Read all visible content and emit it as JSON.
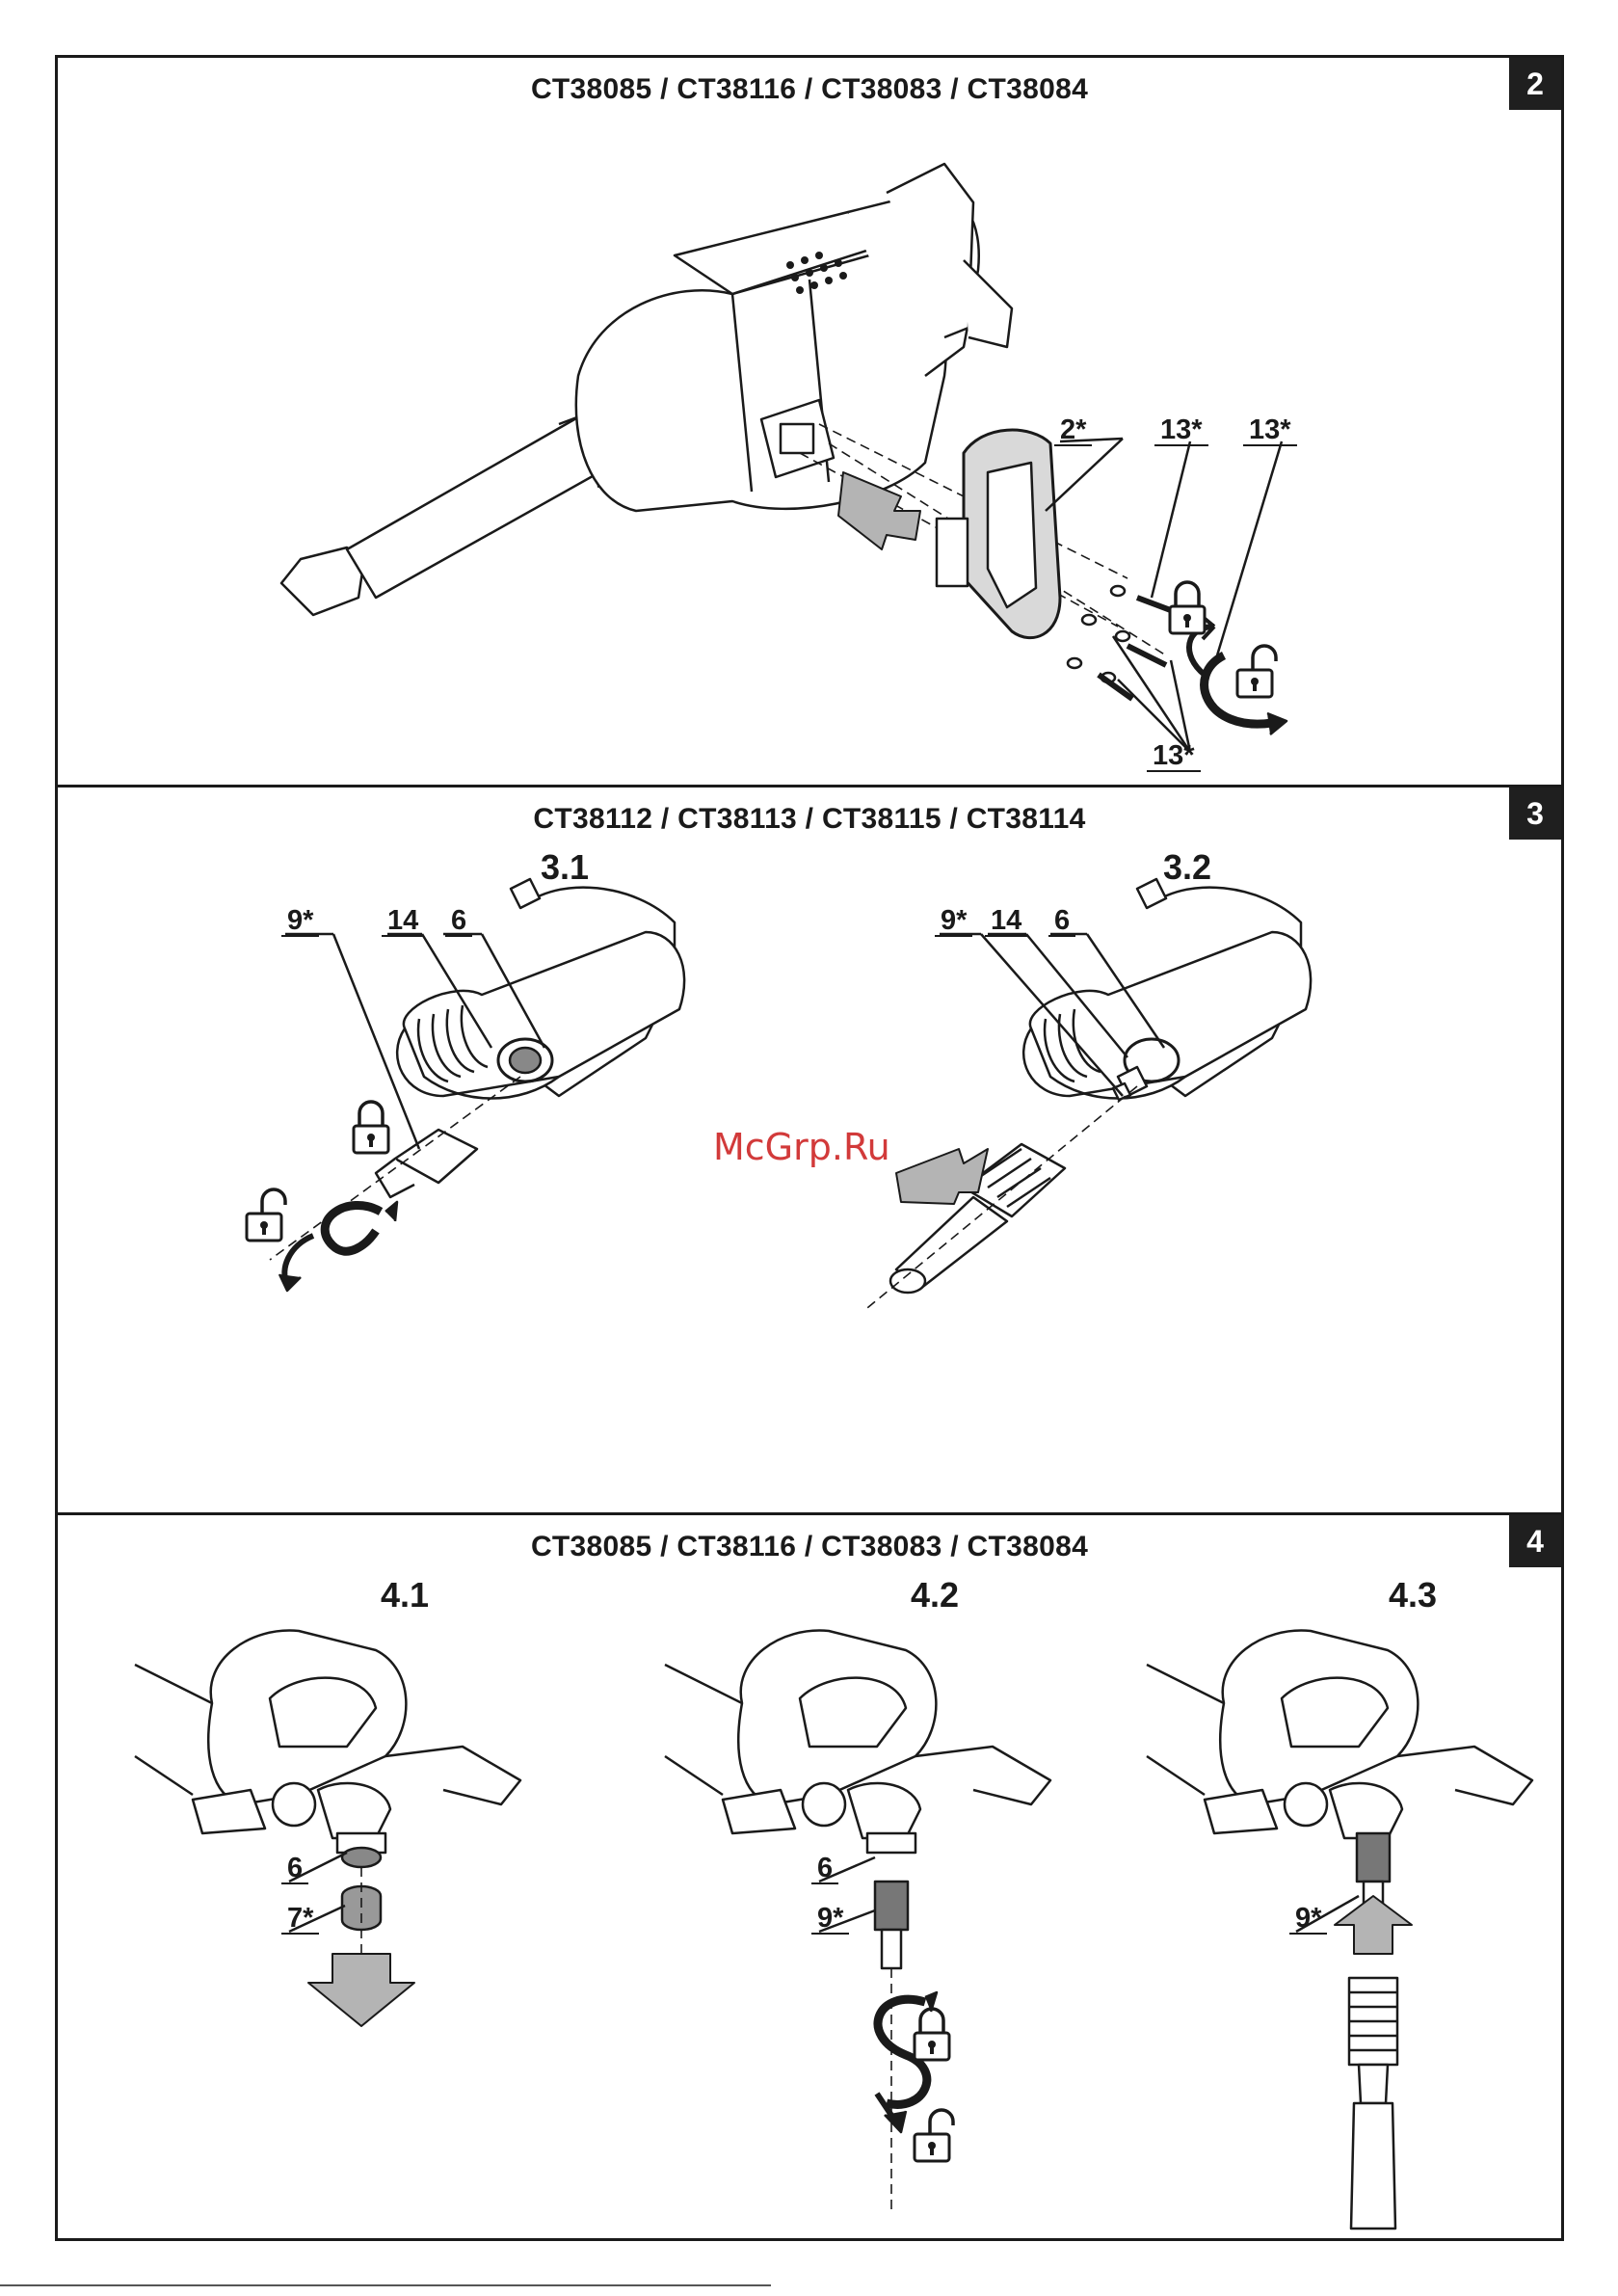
{
  "panels": {
    "p2": {
      "number": "2",
      "models": "CT38085 / CT38116 / CT38083 / CT38084",
      "callouts": {
        "handle": "2*",
        "bolt_a": "13*",
        "bolt_b": "13*",
        "bolt_c": "13*"
      }
    },
    "p3": {
      "number": "3",
      "models": "CT38112 / CT38113 / CT38115 / CT38114",
      "sub1": {
        "title": "3.1",
        "a": "9*",
        "b": "14",
        "c": "6"
      },
      "sub2": {
        "title": "3.2",
        "a": "9*",
        "b": "14",
        "c": "6"
      }
    },
    "p4": {
      "number": "4",
      "models": "CT38085 / CT38116 / CT38083 / CT38084",
      "sub1": {
        "title": "4.1",
        "a": "6",
        "b": "7*"
      },
      "sub2": {
        "title": "4.2",
        "a": "6",
        "b": "9*"
      },
      "sub3": {
        "title": "4.3",
        "a": "9*"
      }
    }
  },
  "watermark": "McGrp.Ru",
  "icons": [
    "padlock-closed-icon",
    "padlock-open-icon",
    "rotate-arrow-icon",
    "push-arrow-icon"
  ]
}
